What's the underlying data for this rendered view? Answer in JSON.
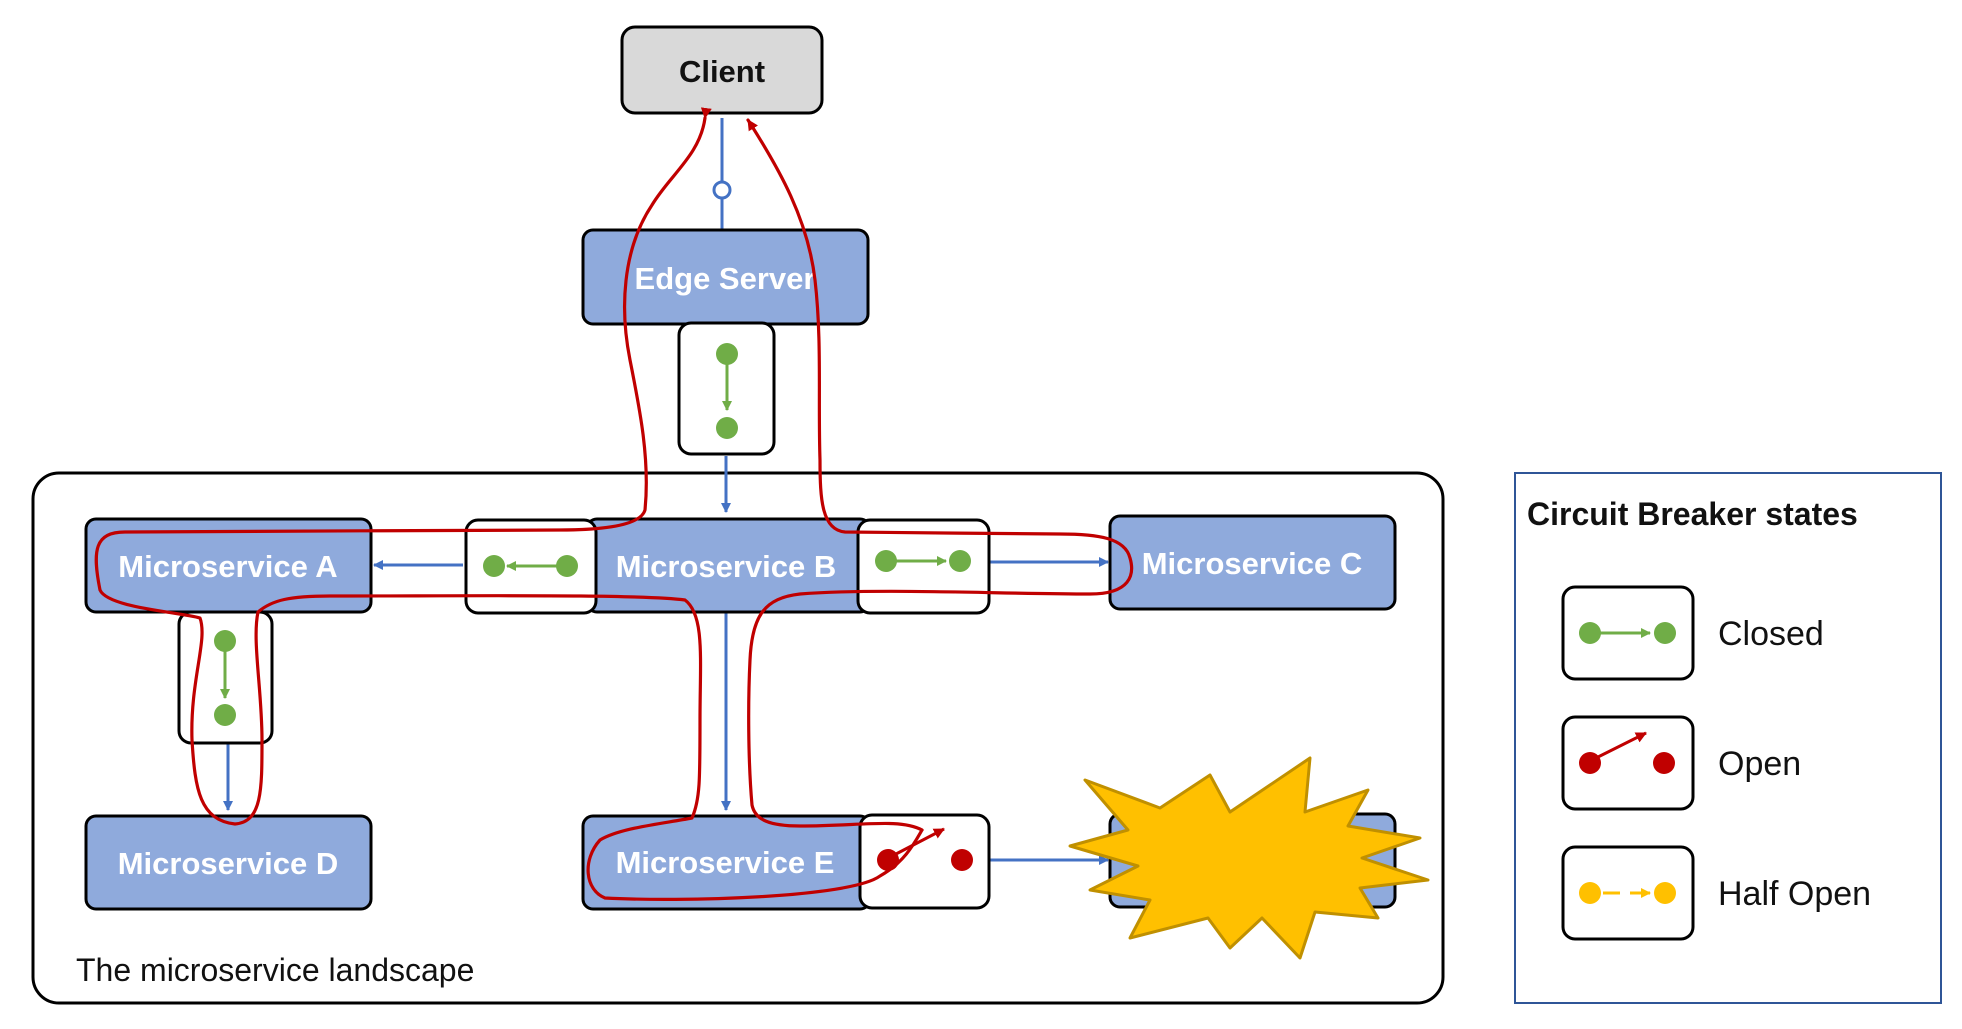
{
  "nodes": {
    "client": "Client",
    "edge_server": "Edge Server",
    "microservice_a": "Microservice A",
    "microservice_b": "Microservice B",
    "microservice_c": "Microservice C",
    "microservice_d": "Microservice D",
    "microservice_e": "Microservice E"
  },
  "landscape": {
    "label": "The microservice landscape"
  },
  "legend": {
    "title": "Circuit Breaker states",
    "items": [
      {
        "label": "Closed",
        "color": "#70ad47"
      },
      {
        "label": "Open",
        "color": "#c00000"
      },
      {
        "label": "Half Open",
        "color": "#ffc000"
      }
    ]
  },
  "colors": {
    "service_fill": "#8faadc",
    "service_text": "#ffffff",
    "client_fill": "#d9d9d9",
    "connector": "#4472c4",
    "request_path": "#c00000",
    "failure_burst": "#ffc000"
  },
  "icons": [
    "closed-breaker-icon",
    "open-breaker-icon",
    "half-open-breaker-icon",
    "failure-burst-icon",
    "arrow-icon"
  ]
}
